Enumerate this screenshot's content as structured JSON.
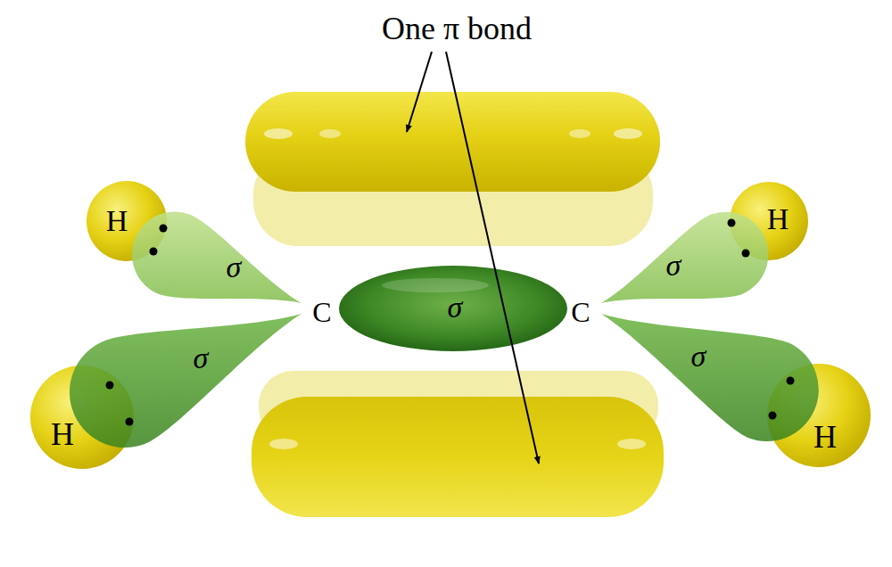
{
  "diagram": {
    "nodes": [
      {
        "text": [
          "H"
        ]
      },
      {
        "text": [
          "σ"
        ]
      },
      {
        "text": [
          "σ"
        ]
      },
      {
        "text": [
          "H"
        ]
      },
      {
        "text": [
          "σ"
        ]
      },
      {
        "text": [
          "σ"
        ]
      },
      {
        "text": [
          "σ"
        ]
      },
      {
        "text": [
          "H"
        ]
      },
      {
        "text": [
          "H"
        ]
      }
    ],
    "labels": [
      "One π bond",
      "C",
      "C"
    ]
  }
}
